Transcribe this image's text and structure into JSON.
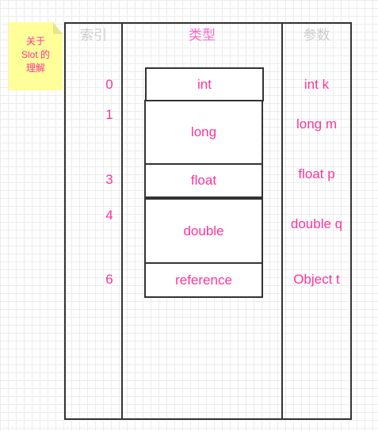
{
  "note": {
    "lines": [
      "关于",
      "Slot 的",
      "理解"
    ]
  },
  "headers": {
    "index": "索引",
    "type": "类型",
    "param": "参数"
  },
  "indices": [
    "0",
    "1",
    "3",
    "4",
    "6"
  ],
  "slots": [
    "int",
    "long",
    "float",
    "double",
    "reference"
  ],
  "params": [
    "int k",
    "long m",
    "float p",
    "double q",
    "Object t"
  ],
  "colors": {
    "text_accent": "#ff3399",
    "header_gray": "#cccccc",
    "header_pink": "#ff66cc",
    "note_bg": "#ffff99",
    "line": "#333333"
  }
}
